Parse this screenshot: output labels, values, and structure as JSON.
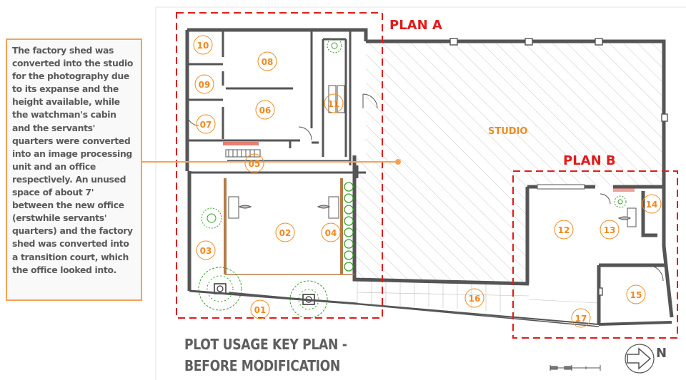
{
  "caption": "The factory shed was converted into the studio for the photography due to its expanse and the height available, while the watchman's cabin and the servants' quarters were converted into an image processing unit and an office respectively. An unused space of about 7' between the new office (erstwhile servants' quarters) and the factory shed was converted into a transition court, which the office looked into.",
  "title": {
    "line1": "PLOT USAGE KEY PLAN -",
    "line2": "BEFORE MODIFICATION"
  },
  "plans": {
    "a": "PLAN A",
    "b": "PLAN B"
  },
  "studio_label": "STUDIO",
  "north_label": "N",
  "room_labels": {
    "r01": "01",
    "r02": "02",
    "r03": "03",
    "r04": "04",
    "r05": "05",
    "r06": "06",
    "r07": "07",
    "r08": "08",
    "r09": "09",
    "r10": "10",
    "r11": "11",
    "r12": "12",
    "r13": "13",
    "r14": "14",
    "r15": "15",
    "r16": "16",
    "r17": "17"
  },
  "colors": {
    "plan_boundary": "#e01b1b",
    "room_label": "#f08a1e",
    "wall": "#555555",
    "callout": "#f5a352",
    "tree": "#3aa02c"
  }
}
